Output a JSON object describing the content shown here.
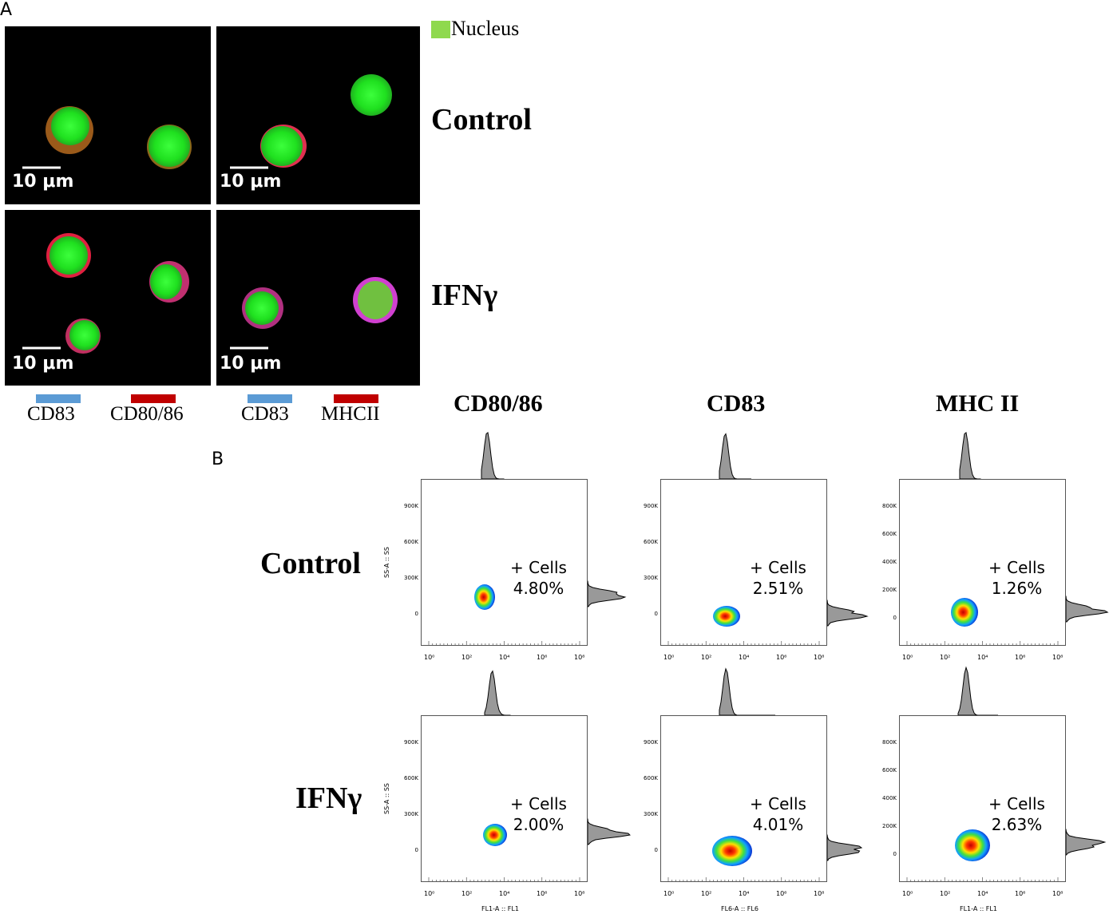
{
  "panel_a": {
    "letter": "A",
    "legend_nucleus": "Nucleus",
    "nucleus_color": "#8fd94e",
    "rows": [
      "Control",
      "IFNγ"
    ],
    "scale_bar_label": "10 μm",
    "channels_left": [
      {
        "label": "CD83",
        "color": "#5b9bd5"
      },
      {
        "label": "CD80/86",
        "color": "#c00000"
      }
    ],
    "channels_right": [
      {
        "label": "CD83",
        "color": "#5b9bd5"
      },
      {
        "label": "MHCII",
        "color": "#c00000"
      }
    ]
  },
  "panel_b": {
    "letter": "B",
    "columns": [
      "CD80/86",
      "CD83",
      "MHC II"
    ],
    "rows": [
      "Control",
      "IFNγ"
    ],
    "y_axis_title": "SS-A :: SS",
    "x_axis_titles": [
      "FL1-A :: FL1",
      "FL6-A :: FL6",
      "FL1-A :: FL1"
    ],
    "x_ticks": [
      "10⁰",
      "10²",
      "10⁴",
      "10⁶",
      "10⁸"
    ],
    "y_ticks": [
      [
        "900K",
        "600K",
        "300K",
        "0"
      ],
      [
        "900K",
        "600K",
        "300K",
        "0"
      ],
      [
        "800K",
        "600K",
        "400K",
        "200K",
        "0"
      ]
    ],
    "cells_label": "+ Cells",
    "percentages": [
      [
        "4.80%",
        "2.51%",
        "1.26%"
      ],
      [
        "2.00%",
        "4.01%",
        "2.63%"
      ]
    ]
  },
  "chart_data": [
    {
      "type": "scatter",
      "row": "Control",
      "column": "CD80/86",
      "positive_cells_percent": 4.8
    },
    {
      "type": "scatter",
      "row": "Control",
      "column": "CD83",
      "positive_cells_percent": 2.51
    },
    {
      "type": "scatter",
      "row": "Control",
      "column": "MHC II",
      "positive_cells_percent": 1.26
    },
    {
      "type": "scatter",
      "row": "IFNγ",
      "column": "CD80/86",
      "positive_cells_percent": 2.0
    },
    {
      "type": "scatter",
      "row": "IFNγ",
      "column": "CD83",
      "positive_cells_percent": 4.01
    },
    {
      "type": "scatter",
      "row": "IFNγ",
      "column": "MHC II",
      "positive_cells_percent": 2.63
    }
  ]
}
